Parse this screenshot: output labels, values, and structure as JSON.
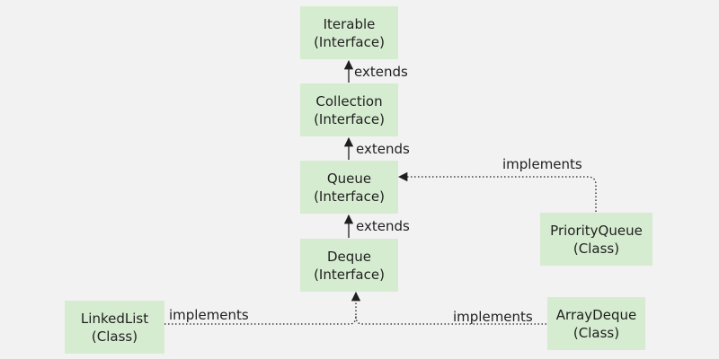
{
  "nodes": {
    "iterable": {
      "name": "Iterable",
      "kind": "(Interface)"
    },
    "collection": {
      "name": "Collection",
      "kind": "(Interface)"
    },
    "queue": {
      "name": "Queue",
      "kind": "(Interface)"
    },
    "deque": {
      "name": "Deque",
      "kind": "(Interface)"
    },
    "priorityqueue": {
      "name": "PriorityQueue",
      "kind": "(Class)"
    },
    "linkedlist": {
      "name": "LinkedList",
      "kind": "(Class)"
    },
    "arraydeque": {
      "name": "ArrayDeque",
      "kind": "(Class)"
    }
  },
  "edges": {
    "collection_iterable": "extends",
    "queue_collection": "extends",
    "deque_queue": "extends",
    "priorityqueue_queue": "implements",
    "linkedlist_deque": "implements",
    "arraydeque_deque": "implements"
  },
  "colors": {
    "node_fill": "#d6ecd0",
    "background": "#f2f2f2",
    "line": "#1f1f1f"
  }
}
